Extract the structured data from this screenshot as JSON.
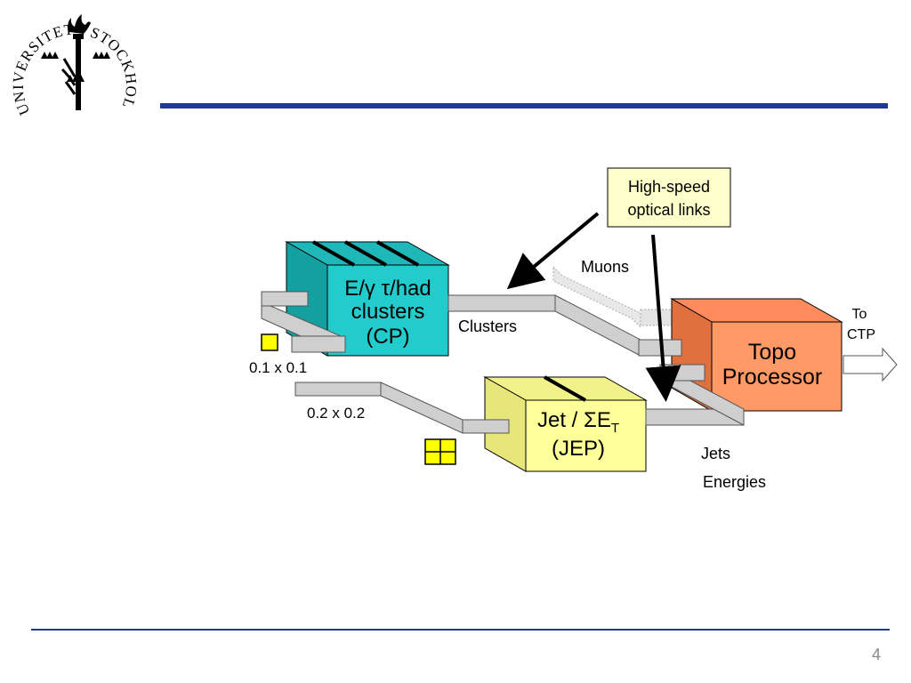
{
  "logo": {
    "text": "UNIVERSITET · STOCKHOLMS +",
    "icon": "stockholm-university-seal"
  },
  "diagram": {
    "callout": {
      "line1": "High-speed",
      "line2": "optical links"
    },
    "cp_box": {
      "line1": "E/γ τ/had",
      "line2": "clusters",
      "line3": "(CP)",
      "color": "#22cccc"
    },
    "jep_box": {
      "line1": "Jet / ΣE",
      "line1_sub": "T",
      "line2": "(JEP)",
      "color": "#ffff99"
    },
    "topo_box": {
      "line1": "Topo",
      "line2": "Processor",
      "color": "#ff9966"
    },
    "labels": {
      "muons": "Muons",
      "clusters": "Clusters",
      "to_ctp_1": "To",
      "to_ctp_2": "CTP",
      "granularity_small": "0.1 x 0.1",
      "granularity_large": "0.2 x 0.2",
      "jets": "Jets",
      "energies": "Energies"
    }
  },
  "footer": {
    "page_number": "4"
  },
  "colors": {
    "rule_blue": "#1f3a93",
    "tower_yellow": "#ffff00",
    "link_gray": "#c8c8c8"
  }
}
